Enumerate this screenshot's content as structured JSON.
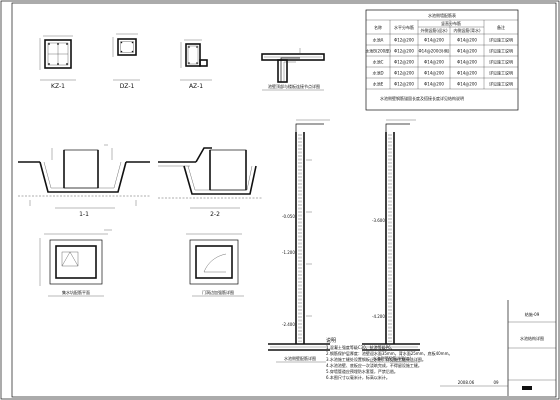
{
  "drawing": {
    "column_sections": [
      {
        "label": "KZ-1"
      },
      {
        "label": "DZ-1"
      },
      {
        "label": "AZ-1"
      }
    ],
    "sections": [
      {
        "label": "1-1"
      },
      {
        "label": "2-2"
      }
    ],
    "table": {
      "title": "水池侧墙配筋表",
      "header": {
        "col_name": "名称",
        "col_horizontal": "水平分布筋",
        "col_vertical": "竖直分布筋",
        "col_vertical_inner": "外侧竖筋(迎水)",
        "col_vertical_outer": "内侧竖筋(背水)",
        "col_note": "备注"
      },
      "rows": [
        {
          "name": "水池A",
          "horizontal": "Φ12@200",
          "vert_in": "Φ14@200",
          "vert_out": "Φ14@200",
          "note": "详见施工说明"
        },
        {
          "name": "水池B(200厚)",
          "horizontal": "Φ12@200",
          "vert_in": "Φ14@200(外侧)",
          "vert_out": "Φ14@200",
          "note": "详见施工说明"
        },
        {
          "name": "水池C",
          "horizontal": "Φ12@200",
          "vert_in": "Φ14@200",
          "vert_out": "Φ14@200",
          "note": "详见施工说明"
        },
        {
          "name": "水池D",
          "horizontal": "Φ12@200",
          "vert_in": "Φ14@200",
          "vert_out": "Φ14@200",
          "note": "详见施工说明"
        },
        {
          "name": "水池E",
          "horizontal": "Φ12@200",
          "vert_in": "Φ14@200",
          "vert_out": "Φ14@200",
          "note": "详见施工说明"
        }
      ],
      "footnote": "水池侧壁钢筋锚固长度及搭接长度详见结构说明"
    },
    "detail_labels": {
      "wall_top_detail": "池壁顶部与楼板连接节点详图",
      "pit_plan": "集水坑配筋平面",
      "trench_detail": "门洞边加强筋详图",
      "elev_left": "水池侧壁配筋详图",
      "elev_right": "水池侧壁配筋详图(二)"
    },
    "elevation_marks": [
      "-0.050",
      "-1.200",
      "-2.400",
      "-3.600",
      "-4.200"
    ],
    "notes": {
      "title": "说明",
      "lines": [
        "1.混凝土强度等级C30，抗渗等级P6。",
        "2.钢筋保护层厚度：池壁迎水面35mm，背水面25mm，底板40mm。",
        "3.水池施工缝处设置钢板止水带，详见施工缝做法详图。",
        "4.水池池壁、底板应一次浇筑完成，不得留设施工缝。",
        "5.穿墙管道应预埋防水套管，严禁后凿。",
        "6.本图尺寸以毫米计，标高以米计。"
      ]
    },
    "title_block": {
      "drawing_name": "水池结构详图",
      "drawing_name_2": "结施-09",
      "date": "2008.06",
      "sheet_no": "09"
    }
  }
}
